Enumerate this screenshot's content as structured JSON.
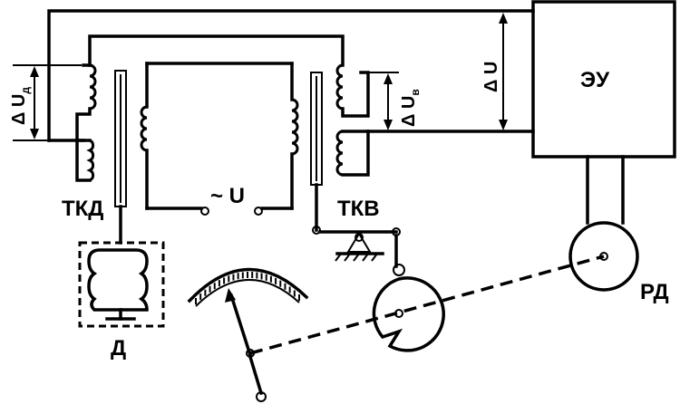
{
  "labels": {
    "tkd": "ТКД",
    "tkv": "ТКВ",
    "d": "Д",
    "rd": "РД",
    "eu": "ЭУ",
    "supply": "~ U"
  },
  "voltages": {
    "delta_u": "Δ U",
    "delta_u_d": {
      "main": "Δ U",
      "sub": "д"
    },
    "delta_u_v": {
      "main": "Δ U",
      "sub": "в"
    }
  }
}
